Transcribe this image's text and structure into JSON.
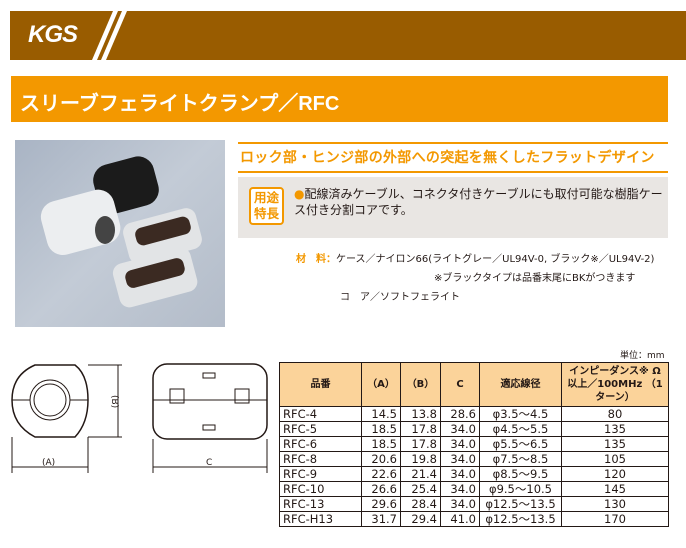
{
  "brand": {
    "logo": "KGS",
    "bar_color": "#995c00",
    "accent": "#f39800"
  },
  "title": "スリーブフェライトクランプ／RFC",
  "heading": "ロック部・ヒンジ部の外部への突起を無くしたフラットデザイン",
  "usage": {
    "badge_line1": "用途",
    "badge_line2": "特長",
    "bullet": "●",
    "text": "配線済みケーブル、コネクタ付きケーブルにも取付可能な樹脂ケース付き分割コアです。"
  },
  "materials": {
    "label": "材　料：",
    "case": "ケース／ナイロン66(ライトグレー／UL94V-0,  ブラック※／UL94V-2)",
    "note": "※ブラックタイプは品番末尾にBKがつきます",
    "core": "コ　ア／ソフトフェライト"
  },
  "drawing": {
    "label_a": "(A)",
    "label_b": "(B)",
    "label_c": "C"
  },
  "unit": "単位：mm",
  "table": {
    "headers": [
      "品番",
      "（A）",
      "（B）",
      "C",
      "適応線径",
      "インピーダンス※ Ω以上／100MHz （1ターン）"
    ],
    "rows": [
      [
        "RFC-4",
        "14.5",
        "13.8",
        "28.6",
        "φ3.5〜4.5",
        "80"
      ],
      [
        "RFC-5",
        "18.5",
        "17.8",
        "34.0",
        "φ4.5〜5.5",
        "135"
      ],
      [
        "RFC-6",
        "18.5",
        "17.8",
        "34.0",
        "φ5.5〜6.5",
        "135"
      ],
      [
        "RFC-8",
        "20.6",
        "19.8",
        "34.0",
        "φ7.5〜8.5",
        "105"
      ],
      [
        "RFC-9",
        "22.6",
        "21.4",
        "34.0",
        "φ8.5〜9.5",
        "120"
      ],
      [
        "RFC-10",
        "26.6",
        "25.4",
        "34.0",
        "φ9.5〜10.5",
        "145"
      ],
      [
        "RFC-13",
        "29.6",
        "28.4",
        "34.0",
        "φ12.5〜13.5",
        "130"
      ],
      [
        "RFC-H13",
        "31.7",
        "29.4",
        "41.0",
        "φ12.5〜13.5",
        "170"
      ]
    ]
  }
}
